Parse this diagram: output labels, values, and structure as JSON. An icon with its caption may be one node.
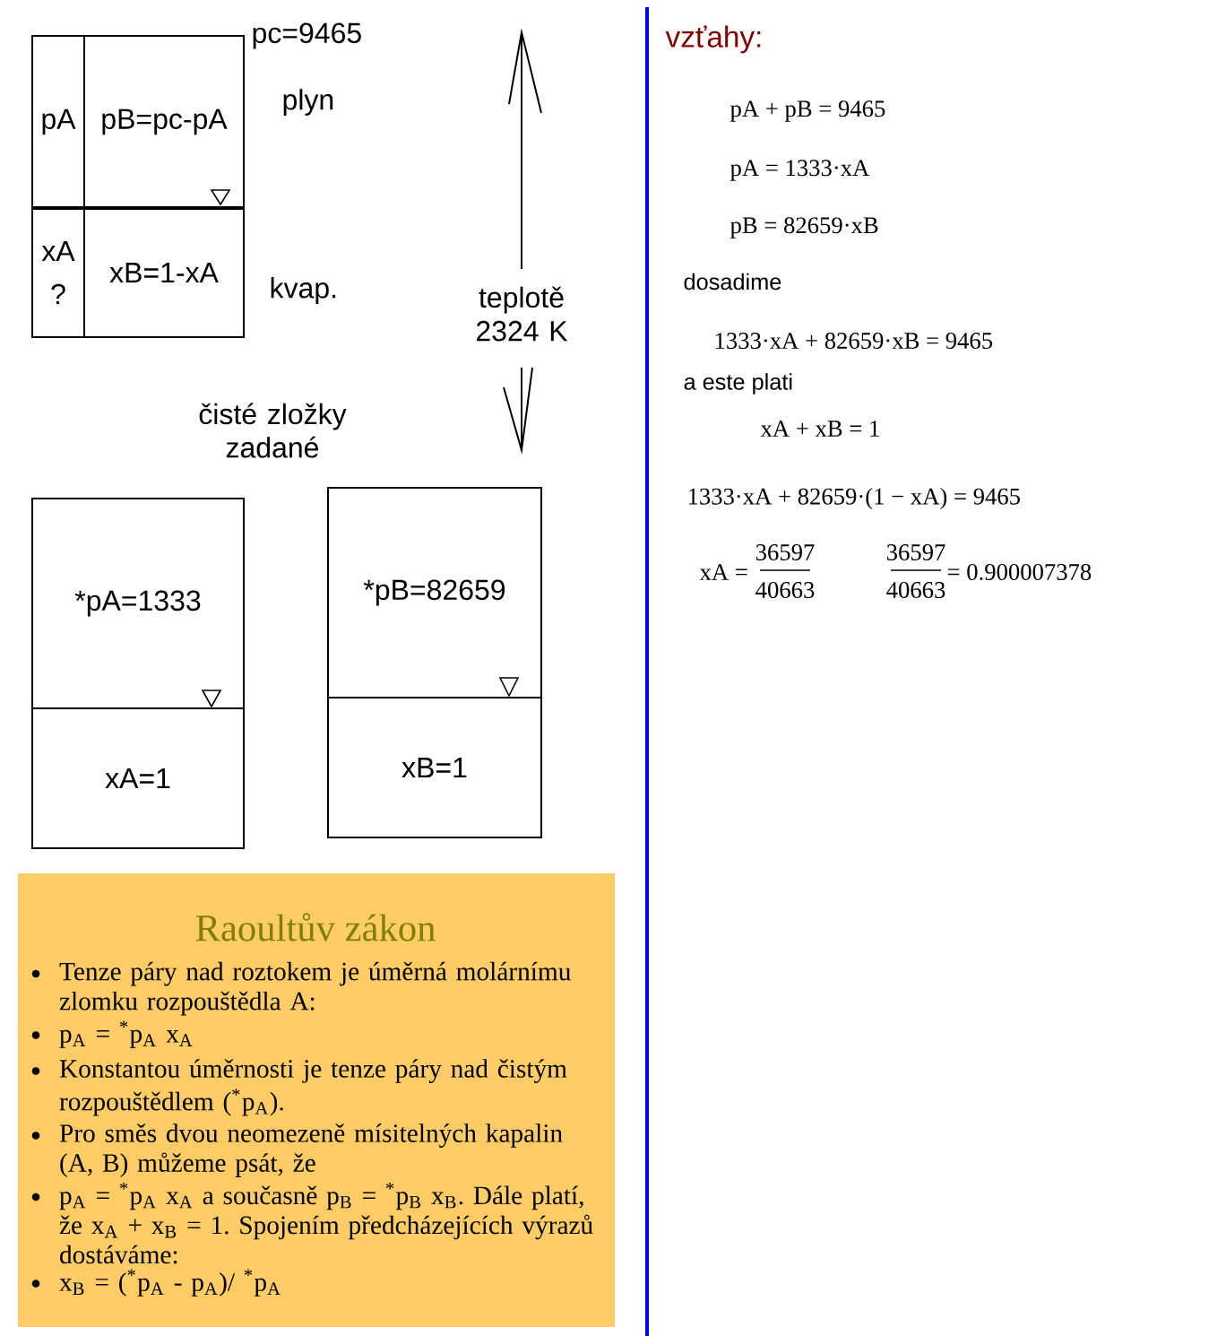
{
  "diagram": {
    "nodes": [
      {
        "text": [],
        "shape": "box",
        "beside": [
          "pc=9465",
          "plyn",
          "kvap."
        ]
      },
      {
        "text": [
          "pA"
        ],
        "in": 0
      },
      {
        "text": [
          "pB=pc-pA"
        ],
        "in": 0
      },
      {
        "text": [
          "xA",
          "?"
        ],
        "in": 0
      },
      {
        "text": [
          "xB=1-xA"
        ],
        "in": 0
      },
      {
        "text": [],
        "shape": "box"
      },
      {
        "text": [
          "*pA=1333"
        ],
        "in": 5
      },
      {
        "text": [
          "xA=1"
        ],
        "in": 5
      },
      {
        "text": [],
        "shape": "box"
      },
      {
        "text": [
          "*pB=82659"
        ],
        "in": 8
      },
      {
        "text": [
          "xB=1"
        ],
        "in": 8
      },
      {
        "text": [
          "Raoultův zákon",
          "Tenze páry nad roztokem je úměrná molárnímu zlomku rozpouštědla A:",
          "p$_{A}$ = $^{*}$p$_{A}$ x$_{A}$",
          "Konstantou úměrnosti je tenze páry nad čistým rozpouštědlem ($^{*}$p$_{A}$).",
          "Pro směs dvou neomezeně mísitelných kapalin (A, B) můžeme psát, že",
          "p$_{A}$ = $^{*}$p$_{A}$ x$_{A}$ a současně p$_{B}$ = $^{*}$p$_{B}$ x$_{B}$. Dále platí, že x$_{A}$ + x$_{B}$ = 1. Spojením předcházejících výrazů dostáváme:",
          "x$_{B}$ = ($^{*}$p$_{A}$ - p$_{A}$)/ $^{*}$p$_{A}$"
        ]
      }
    ],
    "labels": [
      "teplotě 2324 K",
      "čisté zložky zadané",
      "vzťahy:",
      "pA + pB = 9465",
      "pA = 1333·xA",
      "pB = 82659·xB",
      "dosadime",
      "1333·xA + 82659·xB = 9465",
      "a este plati",
      "xA + xB = 1",
      "1333·xA + 82659·(1 − xA) = 9465",
      "xA =",
      "36597",
      "40663",
      "36597",
      "40663",
      "= 0.900007378"
    ]
  }
}
